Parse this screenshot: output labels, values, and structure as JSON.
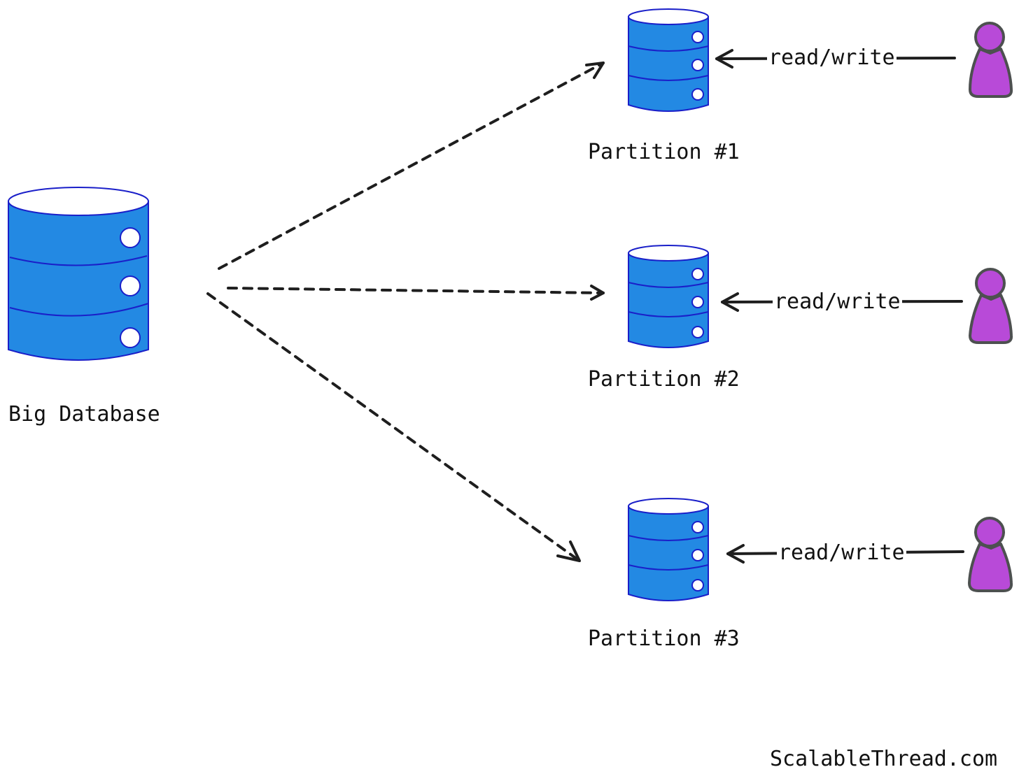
{
  "source": {
    "label": "Big Database"
  },
  "partitions": [
    {
      "label": "Partition #1",
      "edge_label": "read/write"
    },
    {
      "label": "Partition #2",
      "edge_label": "read/write"
    },
    {
      "label": "Partition #3",
      "edge_label": "read/write"
    }
  ],
  "watermark": "ScalableThread.com",
  "colors": {
    "database_fill": "#2389e3",
    "database_stroke": "#1a1fc9",
    "user_fill": "#b84ad8",
    "user_stroke": "#4d5050",
    "line": "#1e1e1e"
  },
  "icons": [
    "database-icon",
    "user-icon",
    "dashed-arrow",
    "solid-arrow"
  ]
}
